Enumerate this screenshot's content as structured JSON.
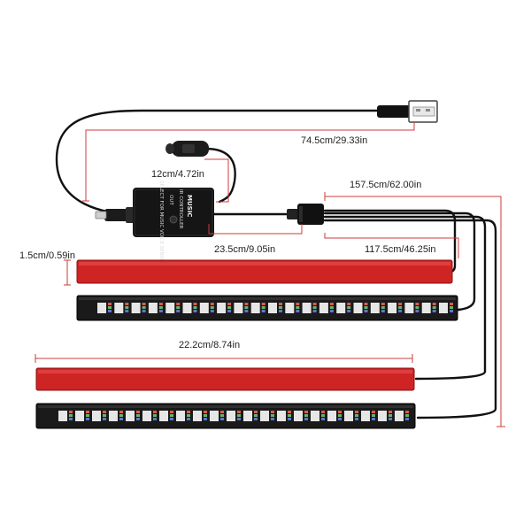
{
  "dimensions": {
    "usb_cable": "74.5cm/29.33in",
    "ir_receiver_cable": "12cm/4.72in",
    "long_wire": "157.5cm/62.00in",
    "strip_height": "1.5cm/0.59in",
    "controller_to_splitter": "23.5cm/9.05in",
    "short_wire": "117.5cm/46.25in",
    "strip_length": "22.2cm/8.74in"
  },
  "controller": {
    "label_music": "MUSIC",
    "label_ir": "IR CONTROLLER",
    "label_out": "OUT",
    "label_small": "SELECT FOR MUSIC VOICE SENSITIVITY"
  },
  "colors": {
    "dimension_line": "#cc3b3b",
    "strip_red": "#d62828",
    "strip_black": "#1a1a1a",
    "cable": "#111111"
  }
}
